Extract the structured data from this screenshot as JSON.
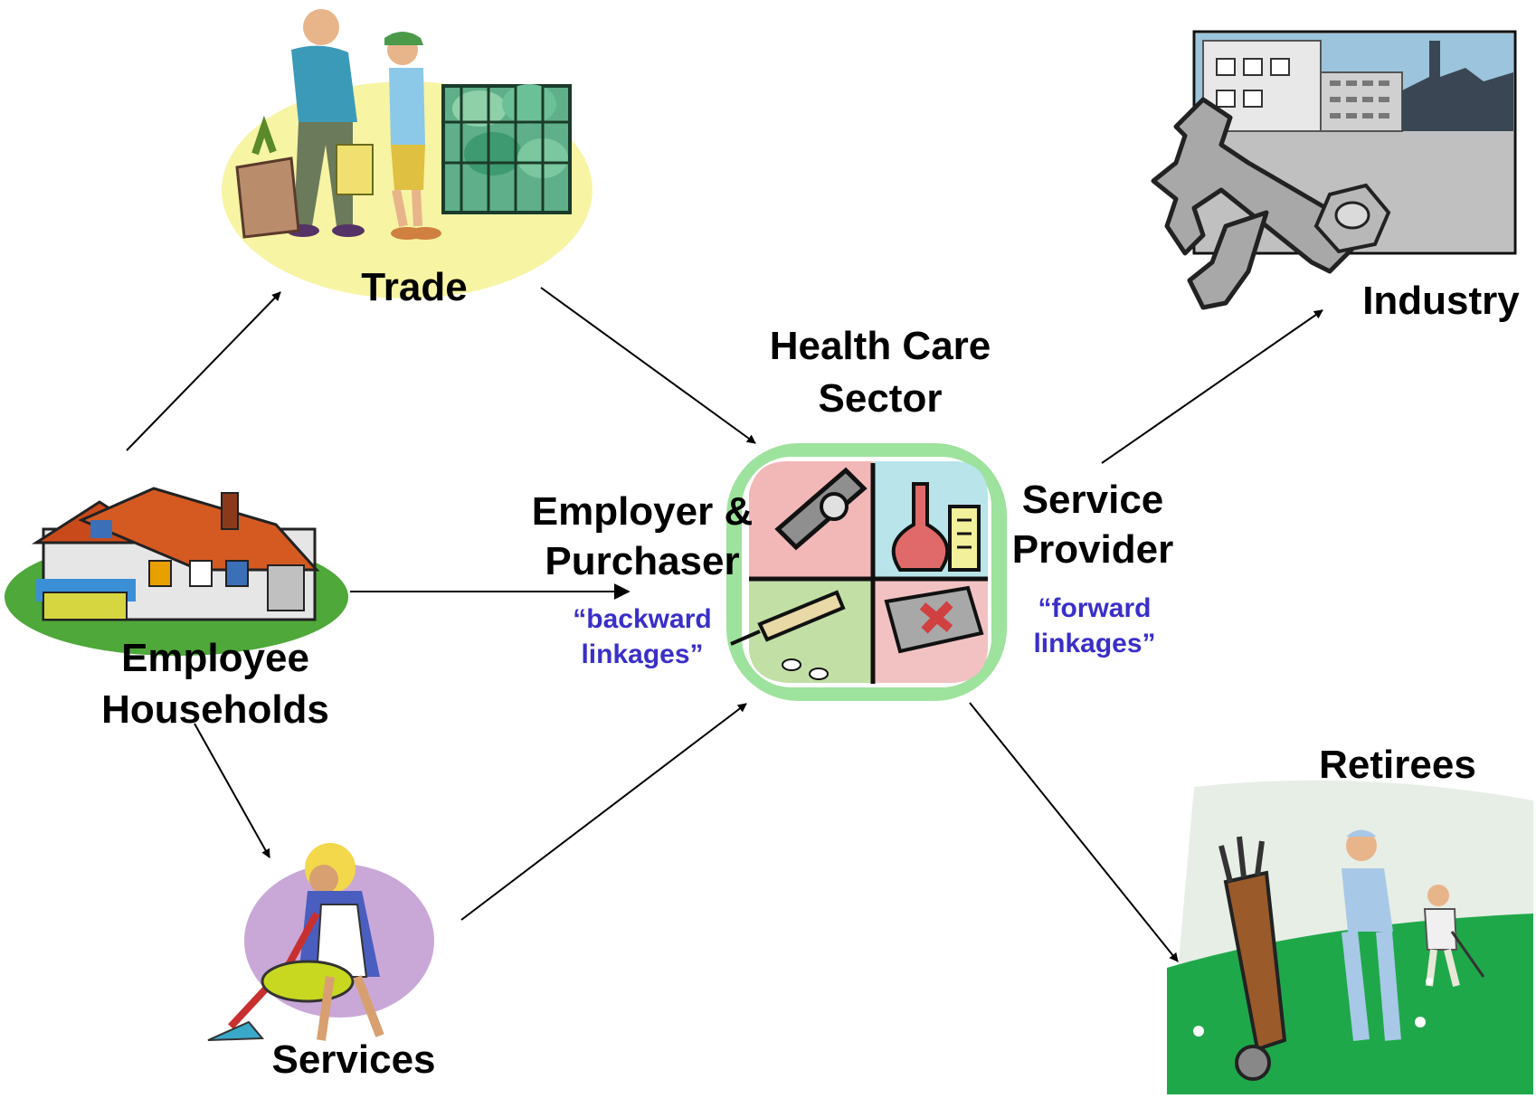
{
  "nodes": {
    "trade": "Trade",
    "industry": "Industry",
    "health_care_sector": [
      "Health Care",
      "Sector"
    ],
    "employee_households": [
      "Employee",
      "Households"
    ],
    "services": "Services",
    "retirees": "Retirees"
  },
  "roles": {
    "employer_purchaser": [
      "Employer &",
      "Purchaser"
    ],
    "service_provider": [
      "Service",
      "Provider"
    ]
  },
  "linkages": {
    "backward": [
      "“backward",
      "linkages”"
    ],
    "forward": [
      "“forward",
      "linkages”"
    ]
  },
  "colors": {
    "linkage_text": "#3a2fc8",
    "label_text": "#000000"
  },
  "illustrations": {
    "trade": "trade-market-illustration",
    "industry": "industry-wrench-factory-illustration",
    "health_care_sector": "medical-collage-illustration",
    "employee_households": "house-illustration",
    "services": "housekeeper-vacuum-illustration",
    "retirees": "golfers-illustration"
  }
}
